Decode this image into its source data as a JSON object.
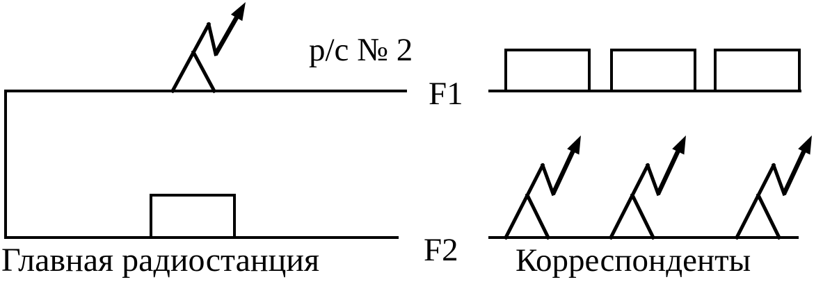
{
  "page": {
    "background_color": "#ffffff",
    "ink_color": "#000000"
  },
  "diagram": {
    "labels": {
      "station_callsign": "р/с № 2",
      "f1": "F1",
      "f2": "F2",
      "main_station": "Главная радиостанция",
      "correspondents": "Корреспонденты"
    },
    "structure": {
      "main_station_antennas": 1,
      "main_station_f2_pulses": 1,
      "correspondents_f1_pulses": 3,
      "correspondents_antennas": 3
    }
  }
}
